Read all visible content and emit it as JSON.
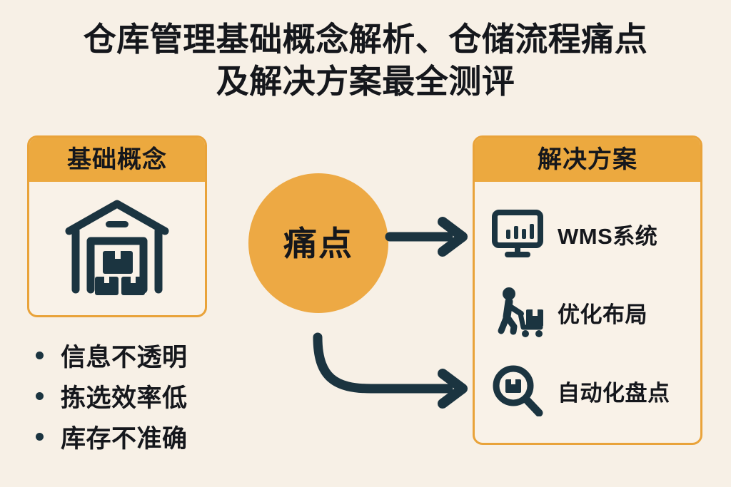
{
  "title": {
    "line1": "仓库管理基础概念解析、仓储流程痛点",
    "line2": "及解决方案最全测评"
  },
  "basics_card": {
    "header": "基础概念",
    "icon": "warehouse-icon"
  },
  "pain_point": {
    "label": "痛点"
  },
  "pain_list": {
    "items": [
      {
        "text": "信息不透明"
      },
      {
        "text": "拣选效率低"
      },
      {
        "text": "库存不准确"
      }
    ]
  },
  "solutions_card": {
    "header": "解决方案",
    "items": [
      {
        "label": "WMS系统",
        "icon": "monitor-chart-icon"
      },
      {
        "label": "优化布局",
        "icon": "worker-handtruck-icon"
      },
      {
        "label": "自动化盘点",
        "icon": "magnifier-box-icon"
      }
    ]
  },
  "arrows": [
    {
      "name": "arrow-straight",
      "from": "痛点",
      "to": "WMS系统"
    },
    {
      "name": "arrow-curved",
      "from": "痛点",
      "to": "自动化盘点"
    }
  ],
  "colors": {
    "background": "#f7f0e6",
    "accent_orange": "#eca93f",
    "card_border": "#e9a33a",
    "card_body": "#f9f2e8",
    "ink": "#15171c",
    "icon_navy": "#1b3440"
  }
}
